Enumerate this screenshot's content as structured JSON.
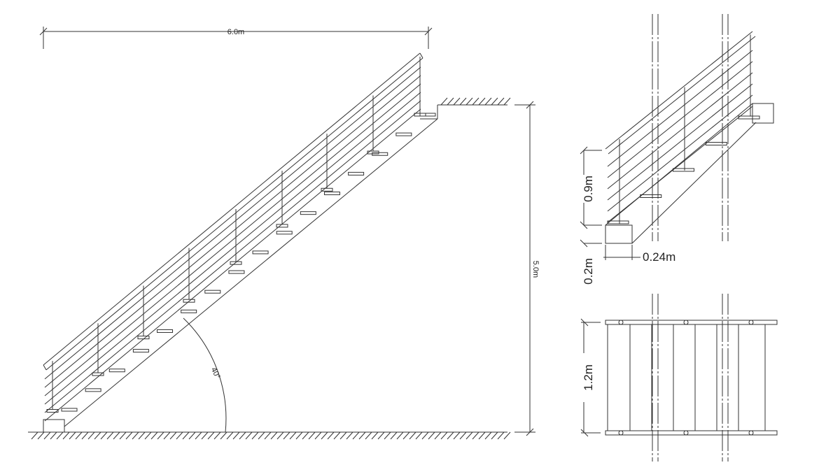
{
  "labels": {
    "width": "6.0m",
    "height": "5.0m",
    "angle": "40°",
    "railing_height": "0.9m",
    "base_height": "0.2m",
    "tread_depth": "0.24m",
    "stair_width": "1.2m"
  },
  "colors": {
    "line": "#333333",
    "background": "#ffffff"
  }
}
